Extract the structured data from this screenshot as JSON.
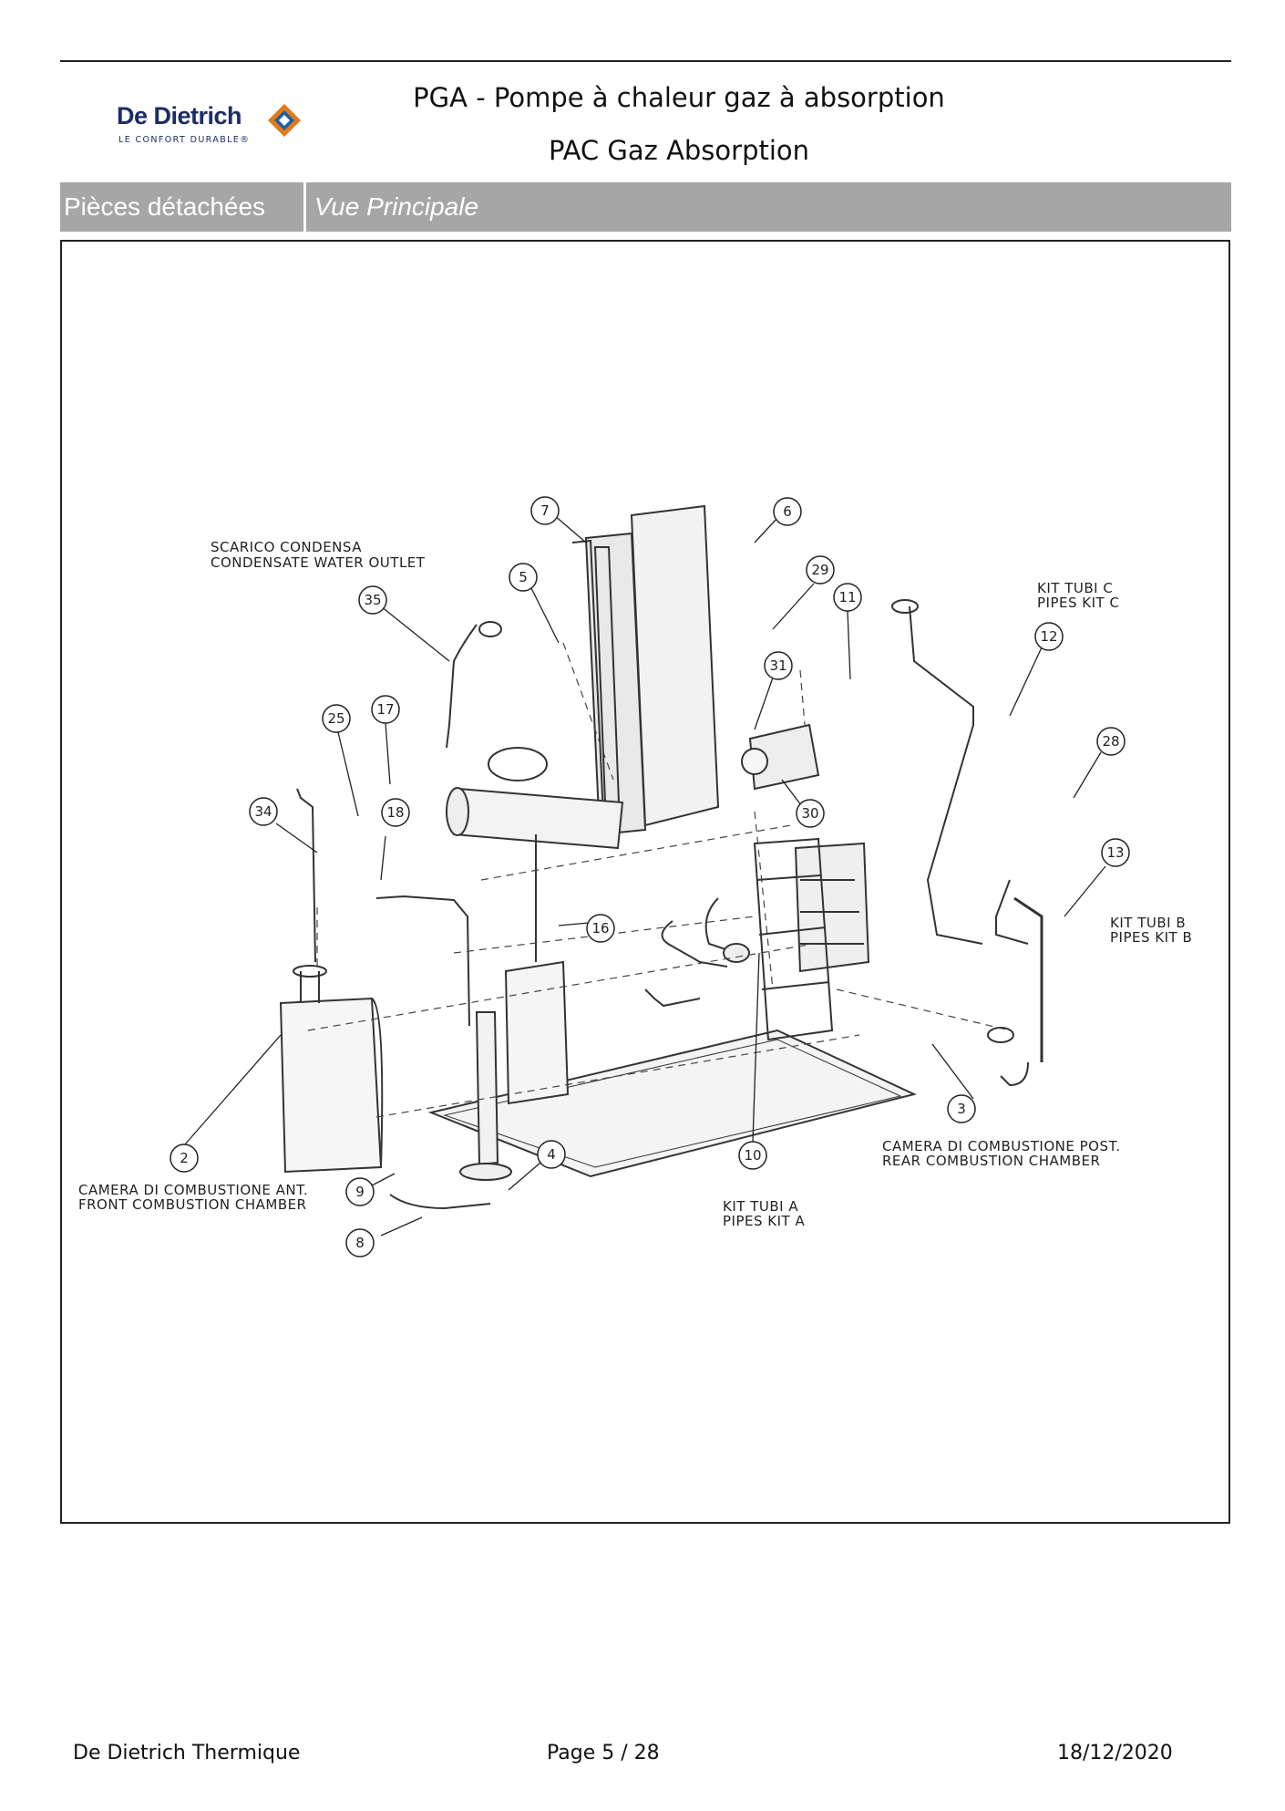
{
  "header": {
    "logo_name": "De Dietrich",
    "logo_tagline": "LE CONFORT DURABLE®",
    "title": "PGA - Pompe à chaleur gaz à absorption",
    "subtitle": "PAC Gaz Absorption"
  },
  "section_bar": {
    "left": "Pièces détachées",
    "right": "Vue Principale"
  },
  "diagram": {
    "labels": {
      "condensate_it": "SCARICO CONDENSA",
      "condensate_en": "CONDENSATE WATER OUTLET",
      "kit_c_it": "KIT TUBI C",
      "kit_c_en": "PIPES KIT C",
      "kit_b_it": "KIT TUBI B",
      "kit_b_en": "PIPES KIT B",
      "rear_it": "CAMERA DI COMBUSTIONE POST.",
      "rear_en": "REAR COMBUSTION CHAMBER",
      "front_it": "CAMERA DI COMBUSTIONE ANT.",
      "front_en": "FRONT COMBUSTION CHAMBER",
      "kit_a_it": "KIT TUBI A",
      "kit_a_en": "PIPES KIT A"
    },
    "callouts": [
      "7",
      "6",
      "5",
      "29",
      "11",
      "35",
      "31",
      "12",
      "17",
      "25",
      "28",
      "34",
      "18",
      "30",
      "13",
      "16",
      "3",
      "2",
      "10",
      "4",
      "9",
      "8"
    ]
  },
  "footer": {
    "company": "De Dietrich Thermique",
    "page": "Page   5  /  28",
    "date": "18/12/2020"
  }
}
